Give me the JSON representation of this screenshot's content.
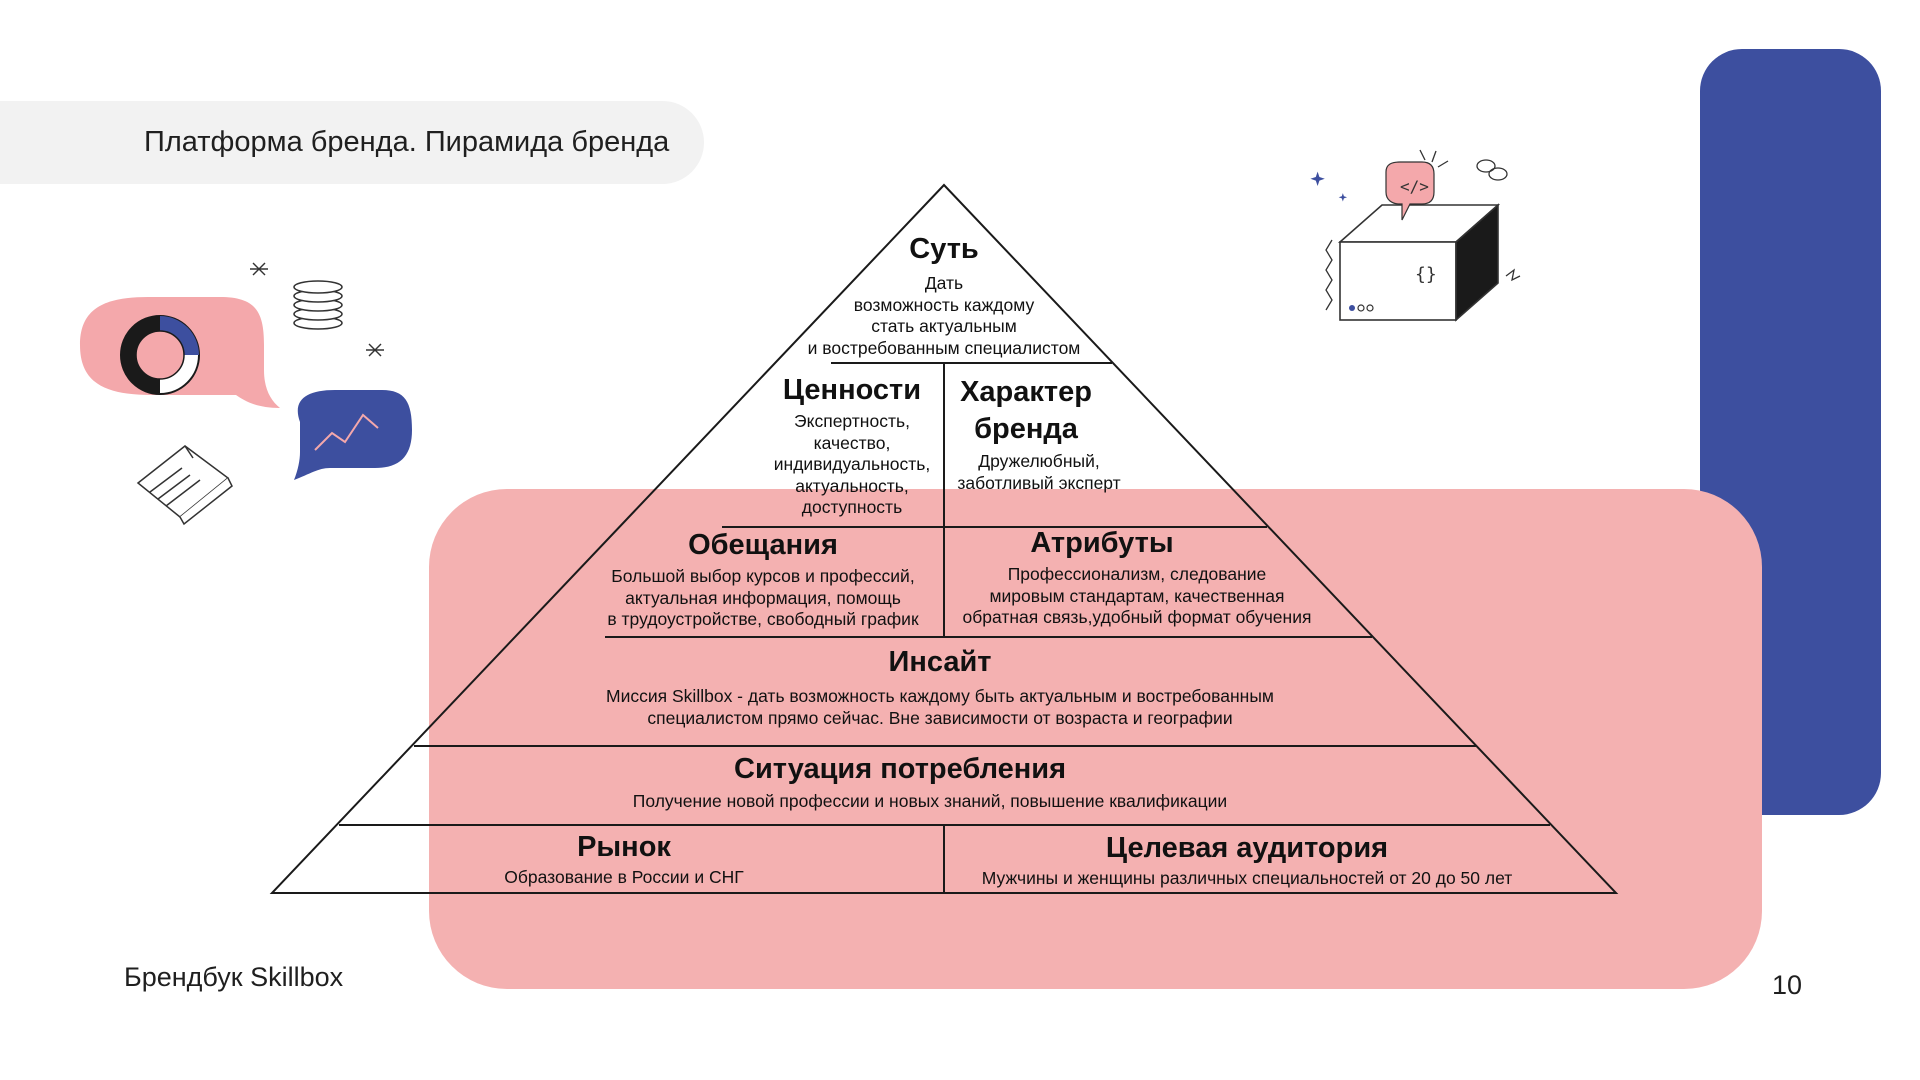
{
  "header": {
    "title": "Платформа бренда. Пирамида бренда"
  },
  "pyramid": {
    "essence": {
      "title": "Суть",
      "text": "Дать\nвозможность каждому\nстать актуальным\nи востребованным специалистом"
    },
    "values": {
      "title": "Ценности",
      "text": "Экспертность,\nкачество,\nиндивидуальность,\nактуальность,\nдоступность"
    },
    "character": {
      "title": "Характер\nбренда",
      "text": "Дружелюбный,\nзаботливый эксперт"
    },
    "promises": {
      "title": "Обещания",
      "text": "Большой выбор курсов и профессий,\nактуальная информация, помощь\nв трудоустройстве, свободный график"
    },
    "attributes": {
      "title": "Атрибуты",
      "text": "Профессионализм, следование\nмировым стандартам, качественная\nобратная связь,удобный формат обучения"
    },
    "insight": {
      "title": "Инсайт",
      "text": "Миссия Skillbox - дать возможность каждому быть актуальным и востребованным\nспециалистом прямо сейчас. Вне зависимости от возраста и географии"
    },
    "consumption": {
      "title": "Ситуация потребления",
      "text": "Получение новой профессии и новых знаний, повышение квалификации"
    },
    "market": {
      "title": "Рынок",
      "text": "Образование в России и СНГ"
    },
    "audience": {
      "title": "Целевая аудитория",
      "text": "Мужчины и женщины различных специальностей от 20 до 50 лет"
    }
  },
  "footer": {
    "brand": "Брендбук Skillbox",
    "page_number": "10"
  },
  "illustrations": {
    "left": [
      "speech-bubble-donut-chart-icon",
      "coin-stack-icon",
      "sparkle-icon",
      "speech-bubble-line-chart-icon",
      "open-book-icon"
    ],
    "right": [
      "code-box-icon"
    ]
  },
  "colors": {
    "blue": "#3d4f9f",
    "pink": "#f4b1b1",
    "title_bg": "#f2f2f2"
  }
}
